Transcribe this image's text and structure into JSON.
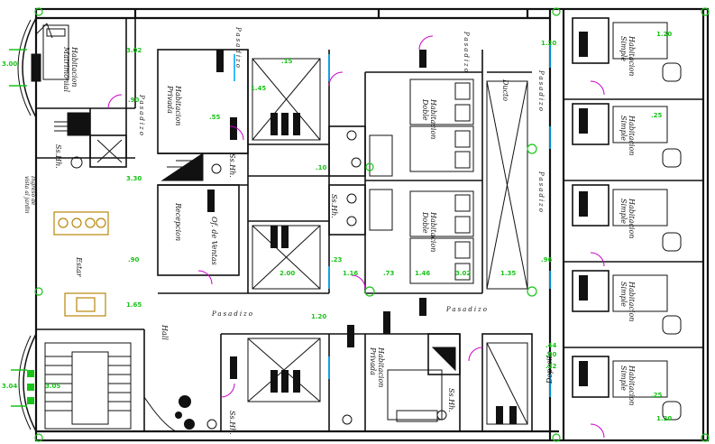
{
  "rooms": {
    "matrimonial": [
      "Habitacion",
      "Matrimonial"
    ],
    "privada_top": [
      "Habitacion",
      "Privada"
    ],
    "doble_top": [
      "Habitacion",
      "Doble"
    ],
    "doble_mid": [
      "Habitacion",
      "Doble"
    ],
    "privada_bottom": [
      "Habitacion",
      "Privada"
    ],
    "simple": [
      "Habitacion",
      "Simple"
    ],
    "recepcion": "Recepcion",
    "of_ventas": "Of. de Ventas",
    "estar": "Estar",
    "hall": "Hall",
    "deposito": "Deposito",
    "ducto": "Ducto",
    "pasadizo": "Pasadizo",
    "ssh": "Ss.Hh.",
    "jardin": [
      "Ingreso de",
      "vista al jardin"
    ]
  },
  "dimensions": {
    "d302": "3.02",
    "d300": "3.00",
    "d330": "3.30",
    "d90a": ".90",
    "d90b": ".90",
    "d165": "1.65",
    "d305": "3.05",
    "d304": "3.04",
    "d120": "1.20",
    "d145": "1.45",
    "d55": ".55",
    "d15": ".15",
    "d200": "2.00",
    "d116": "1.16",
    "d73": ".73",
    "d146": "1.46",
    "d302b": "3.02",
    "d135": "1.35",
    "d96": ".96",
    "d25a": ".25",
    "d25b": ".25",
    "d23": ".23",
    "d44": ".44",
    "d80": ".80",
    "d22": ".22",
    "d10": ".10"
  }
}
